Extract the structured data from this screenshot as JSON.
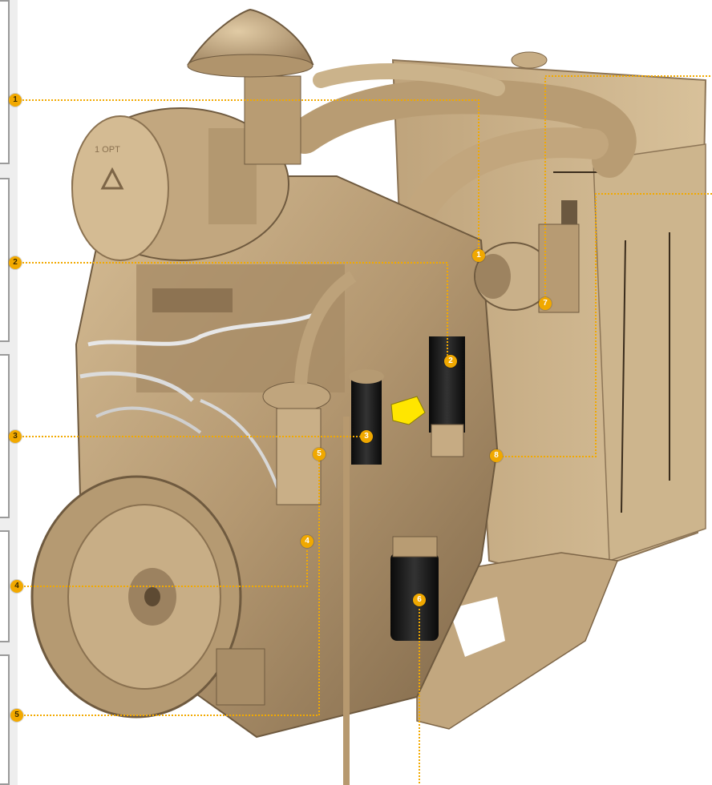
{
  "colors": {
    "accent": "#f2a900",
    "engine_body": "#b99d74",
    "engine_shadow": "#7d6547",
    "filter_black": "#1a1a1a",
    "warning_yellow": "#ffe600"
  },
  "left_markers": [
    "1",
    "2",
    "3",
    "4",
    "5"
  ],
  "part_markers": [
    "1",
    "2",
    "3",
    "4",
    "5",
    "6",
    "7",
    "8"
  ],
  "icons": {
    "air_filter_logo": "triangle-logo-icon"
  },
  "embossed_text": "1 OPT"
}
